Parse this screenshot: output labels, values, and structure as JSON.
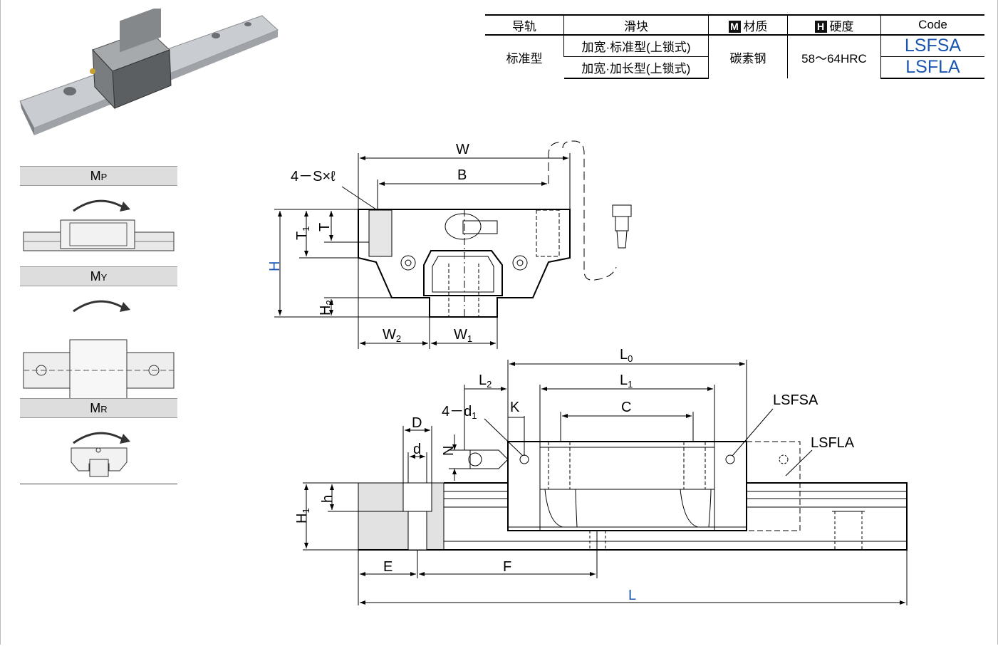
{
  "table": {
    "headers": {
      "rail": "导轨",
      "slider": "滑块",
      "material_icon": "M",
      "material": "材质",
      "hardness_icon": "H",
      "hardness": "硬度",
      "code": "Code"
    },
    "rail_type": "标准型",
    "rows": [
      {
        "slider": "加宽·标准型(上锁式)",
        "code": "LSFSA"
      },
      {
        "slider": "加宽·加长型(上锁式)",
        "code": "LSFLA"
      }
    ],
    "material_value": "碳素钢",
    "hardness_value": "58～64HRC"
  },
  "moments": [
    {
      "main": "M",
      "sub": "P"
    },
    {
      "main": "M",
      "sub": "Y"
    },
    {
      "main": "M",
      "sub": "R"
    }
  ],
  "front_view": {
    "W": "W",
    "B": "B",
    "screw": "4－S×ℓ",
    "H": "H",
    "T1": "T",
    "T1_sub": "1",
    "T": "T",
    "H2": "H",
    "H2_sub": "2",
    "W2": "W",
    "W2_sub": "2",
    "W1": "W",
    "W1_sub": "1"
  },
  "side_view": {
    "L0": "L",
    "L0_sub": "0",
    "L1": "L",
    "L1_sub": "1",
    "L2": "L",
    "L2_sub": "2",
    "C": "C",
    "K": "K",
    "d1": "4－d",
    "d1_sub": "1",
    "D": "D",
    "d": "d",
    "N": "N",
    "h": "h",
    "H1": "H",
    "H1_sub": "1",
    "E": "E",
    "F": "F",
    "L": "L",
    "callout1": "LSFSA",
    "callout2": "LSFLA"
  },
  "colors": {
    "accent": "#1a56b0",
    "band": "#dddddd",
    "rail_end": "#e2e2e2"
  }
}
